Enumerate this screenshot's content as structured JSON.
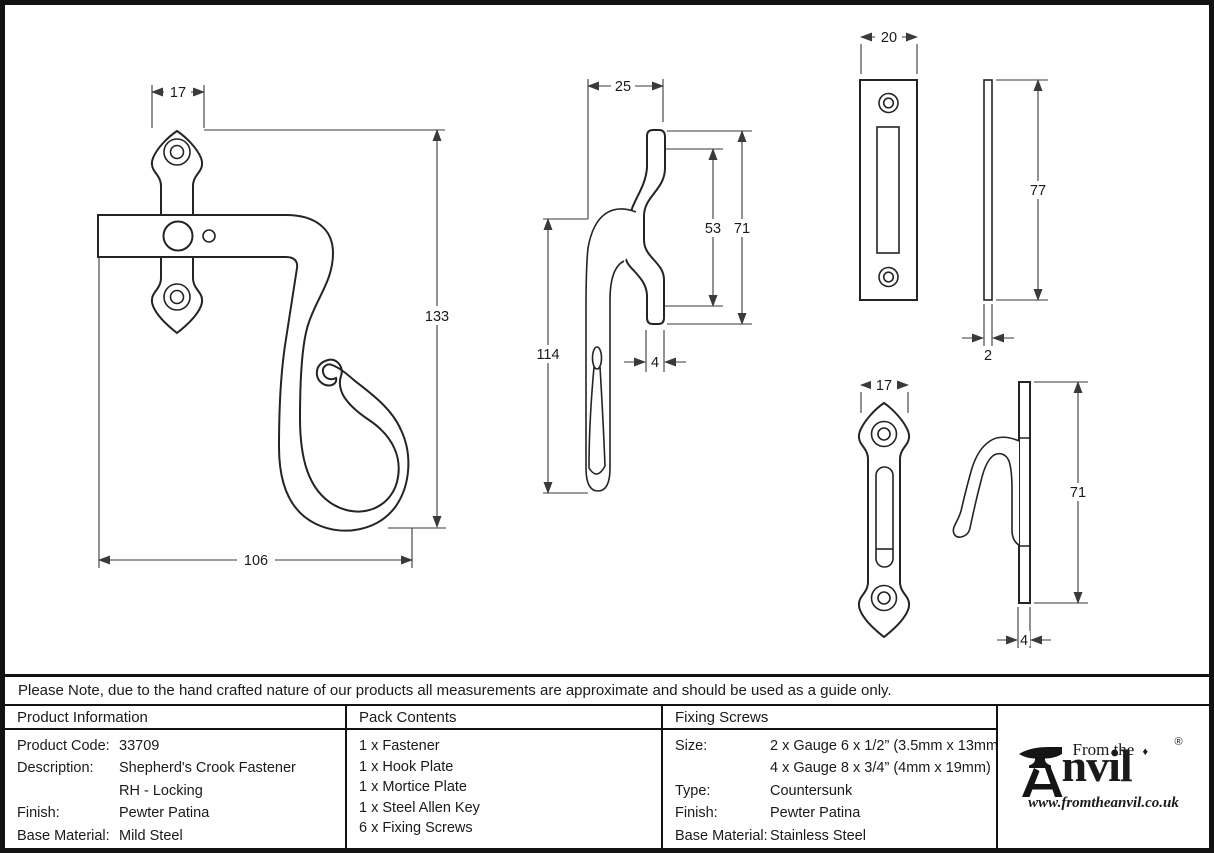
{
  "note": {
    "text": "Please Note, due to the hand crafted nature of our products all measurements are approximate and should be used as a guide only."
  },
  "table": {
    "product_information": {
      "header": "Product Information",
      "rows": [
        {
          "label": "Product Code:",
          "value": "33709"
        },
        {
          "label": "Description:",
          "value": "Shepherd's Crook Fastener"
        },
        {
          "label": "",
          "value": "RH - Locking"
        },
        {
          "label": "Finish:",
          "value": "Pewter Patina"
        },
        {
          "label": "Base Material:",
          "value": "Mild Steel"
        }
      ]
    },
    "pack_contents": {
      "header": "Pack Contents",
      "items": [
        "1 x Fastener",
        "1 x Hook Plate",
        "1 x Mortice Plate",
        "1 x Steel Allen Key",
        "6 x Fixing Screws"
      ]
    },
    "fixing_screws": {
      "header": "Fixing Screws",
      "rows": [
        {
          "label": "Size:",
          "value": "2 x Gauge 6 x 1/2” (3.5mm x 13mm)"
        },
        {
          "label": "",
          "value": "4 x Gauge 8 x 3/4” (4mm x 19mm)"
        },
        {
          "label": "Type:",
          "value": "Countersunk"
        },
        {
          "label": "Finish:",
          "value": "Pewter Patina"
        },
        {
          "label": "Base Material:",
          "value": "Stainless Steel"
        }
      ]
    }
  },
  "logo": {
    "icon": "anvil-icon",
    "from_the": "From the",
    "diamond": "♦",
    "name_rest": "nvil",
    "registered": "®",
    "url": "www.fromtheanvil.co.uk"
  },
  "dimensions": {
    "fastener_front": {
      "plate_width": "17",
      "height": "133",
      "length": "106"
    },
    "fastener_side": {
      "projection": "25",
      "handle_height": "114",
      "plate_inner": "53",
      "plate_height": "71",
      "thickness": "4"
    },
    "mortice_plate": {
      "width": "20",
      "height": "77",
      "thickness": "2"
    },
    "hook_plate": {
      "width": "17",
      "height": "71",
      "thickness": "4"
    }
  },
  "colors": {
    "ink": "#1a1a1a",
    "line": "#242424",
    "paper": "#ffffff"
  }
}
